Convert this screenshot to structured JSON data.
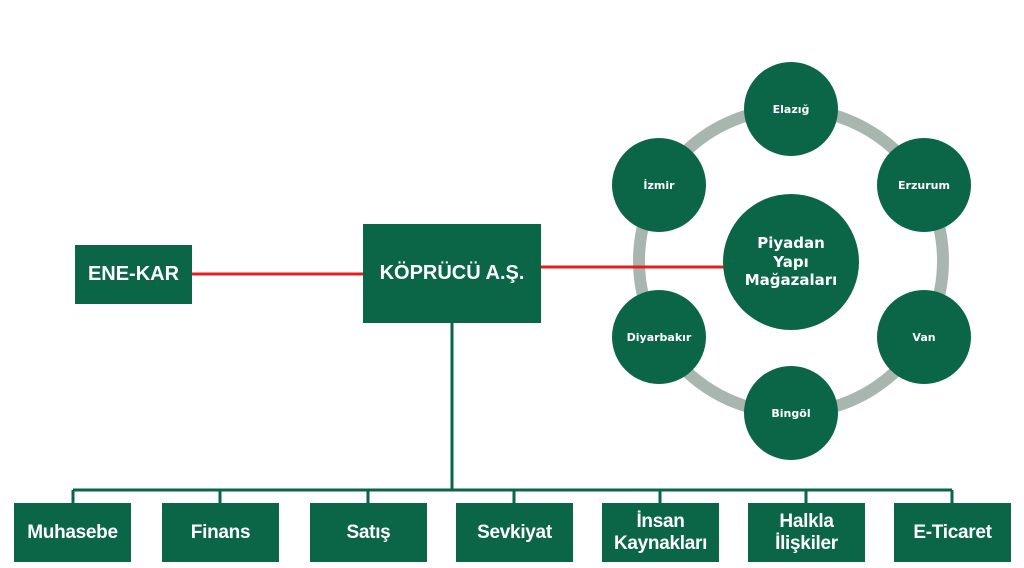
{
  "parent_company": "KÖPRÜCÜ A.Ş.",
  "affiliate": "ENE-KAR",
  "store_group": {
    "center": "Piyadan Yapı Mağazaları",
    "stores": [
      "Elazığ",
      "Erzurum",
      "Van",
      "Bingöl",
      "Diyarbakır",
      "İzmir"
    ]
  },
  "departments": [
    "Muhasebe",
    "Finans",
    "Satış",
    "Sevkiyat",
    "İnsan Kaynakları",
    "Halkla İlişkiler",
    "E-Ticaret"
  ],
  "colors": {
    "box": "#0b6647",
    "link_red": "#e02020",
    "ring": "#a9b6ad",
    "connector": "#0b6647"
  }
}
